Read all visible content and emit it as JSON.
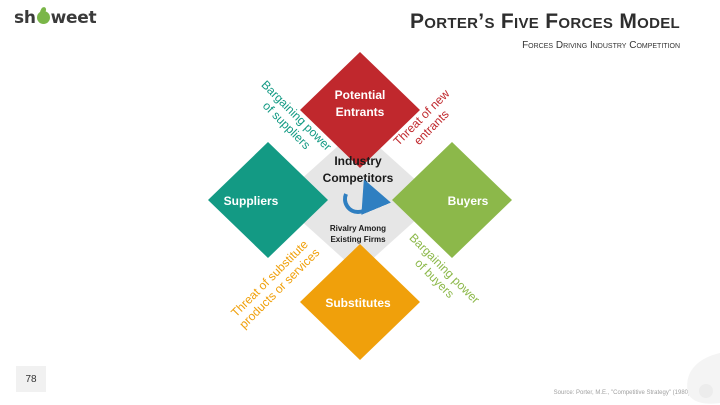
{
  "brand": {
    "logo_left": "sh",
    "logo_right": "weet"
  },
  "header": {
    "title": "Porter’s Five Forces Model",
    "subtitle": "Forces Driving Industry Competition"
  },
  "diagram": {
    "center": {
      "title_line1": "Industry",
      "title_line2": "Competitors",
      "caption_line1": "Rivalry Among",
      "caption_line2": "Existing Firms",
      "color": "#e6e6e6",
      "arrow_color": "#2f7fc1"
    },
    "forces": {
      "top": {
        "line1": "Potential",
        "line2": "Entrants",
        "color": "#c0282d"
      },
      "left": {
        "line1": "Suppliers",
        "color": "#139a84"
      },
      "right": {
        "line1": "Buyers",
        "color": "#8cb84a"
      },
      "bottom": {
        "line1": "Substitutes",
        "color": "#f0a00b"
      }
    },
    "arrows": {
      "top_left": {
        "line1": "Bargaining power",
        "line2": "of suppliers",
        "color": "#139a84"
      },
      "top_right": {
        "line1": "Threat of new",
        "line2": "entrants",
        "color": "#c0282d"
      },
      "bottom_left": {
        "line1": "Threat of substitute",
        "line2": "products or services",
        "color": "#f0a00b"
      },
      "bottom_right": {
        "line1": "Bargaining power",
        "line2": "of buyers",
        "color": "#8cb84a"
      }
    }
  },
  "footer": {
    "page_number": "78",
    "source": "Source: Porter, M.E., \"Competitive Strategy\" (1980)"
  }
}
